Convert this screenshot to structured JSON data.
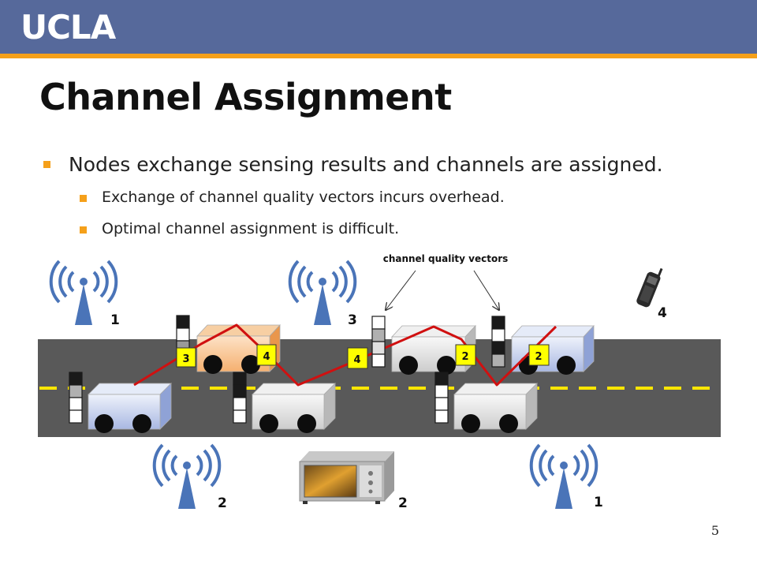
{
  "header": {
    "logo_text": "UCLA"
  },
  "title": "Channel Assignment",
  "bullets": [
    {
      "level": 1,
      "text": "Nodes exchange sensing results and channels are assigned."
    },
    {
      "level": 2,
      "text": "Exchange of channel quality vectors incurs overhead."
    },
    {
      "level": 2,
      "text": "Optimal channel assignment is difficult."
    }
  ],
  "diagram": {
    "callout_label": "channel quality vectors",
    "tower_labels": {
      "t1": "1",
      "t2": "3",
      "t3": "2",
      "t4": "1"
    },
    "microwave_label": "2",
    "phone_label": "4",
    "assignment_tags": [
      "3",
      "4",
      "4",
      "2",
      "2"
    ]
  },
  "colors": {
    "header": "#56699b",
    "accent": "#f5a01a",
    "road": "#595959",
    "link": "#d01010",
    "tag": "#ffff00",
    "tower": "#4a74b8"
  },
  "page_number": "5"
}
